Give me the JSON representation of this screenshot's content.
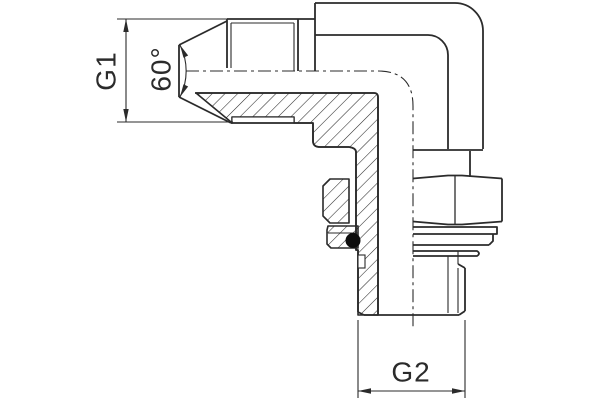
{
  "drawing": {
    "kind": "technical-drawing",
    "subject": "90-degree elbow fitting, half section view",
    "colors": {
      "line": "#2b2b2b",
      "background": "#ffffff",
      "oring": "#0d0d0d"
    },
    "annotations": {
      "g1_label": "G1",
      "cone_angle_label": "60°",
      "g2_label": "G2"
    }
  }
}
